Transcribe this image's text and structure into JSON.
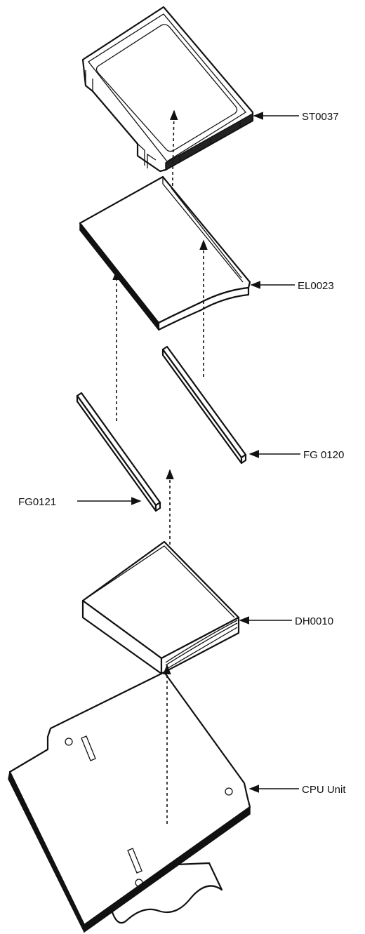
{
  "labels": {
    "st0037": "ST0037",
    "el0023": "EL0023",
    "fg0120": "FG 0120",
    "fg0121": "FG0121",
    "dh0010": "DH0010",
    "cpu_unit": "CPU Unit"
  }
}
